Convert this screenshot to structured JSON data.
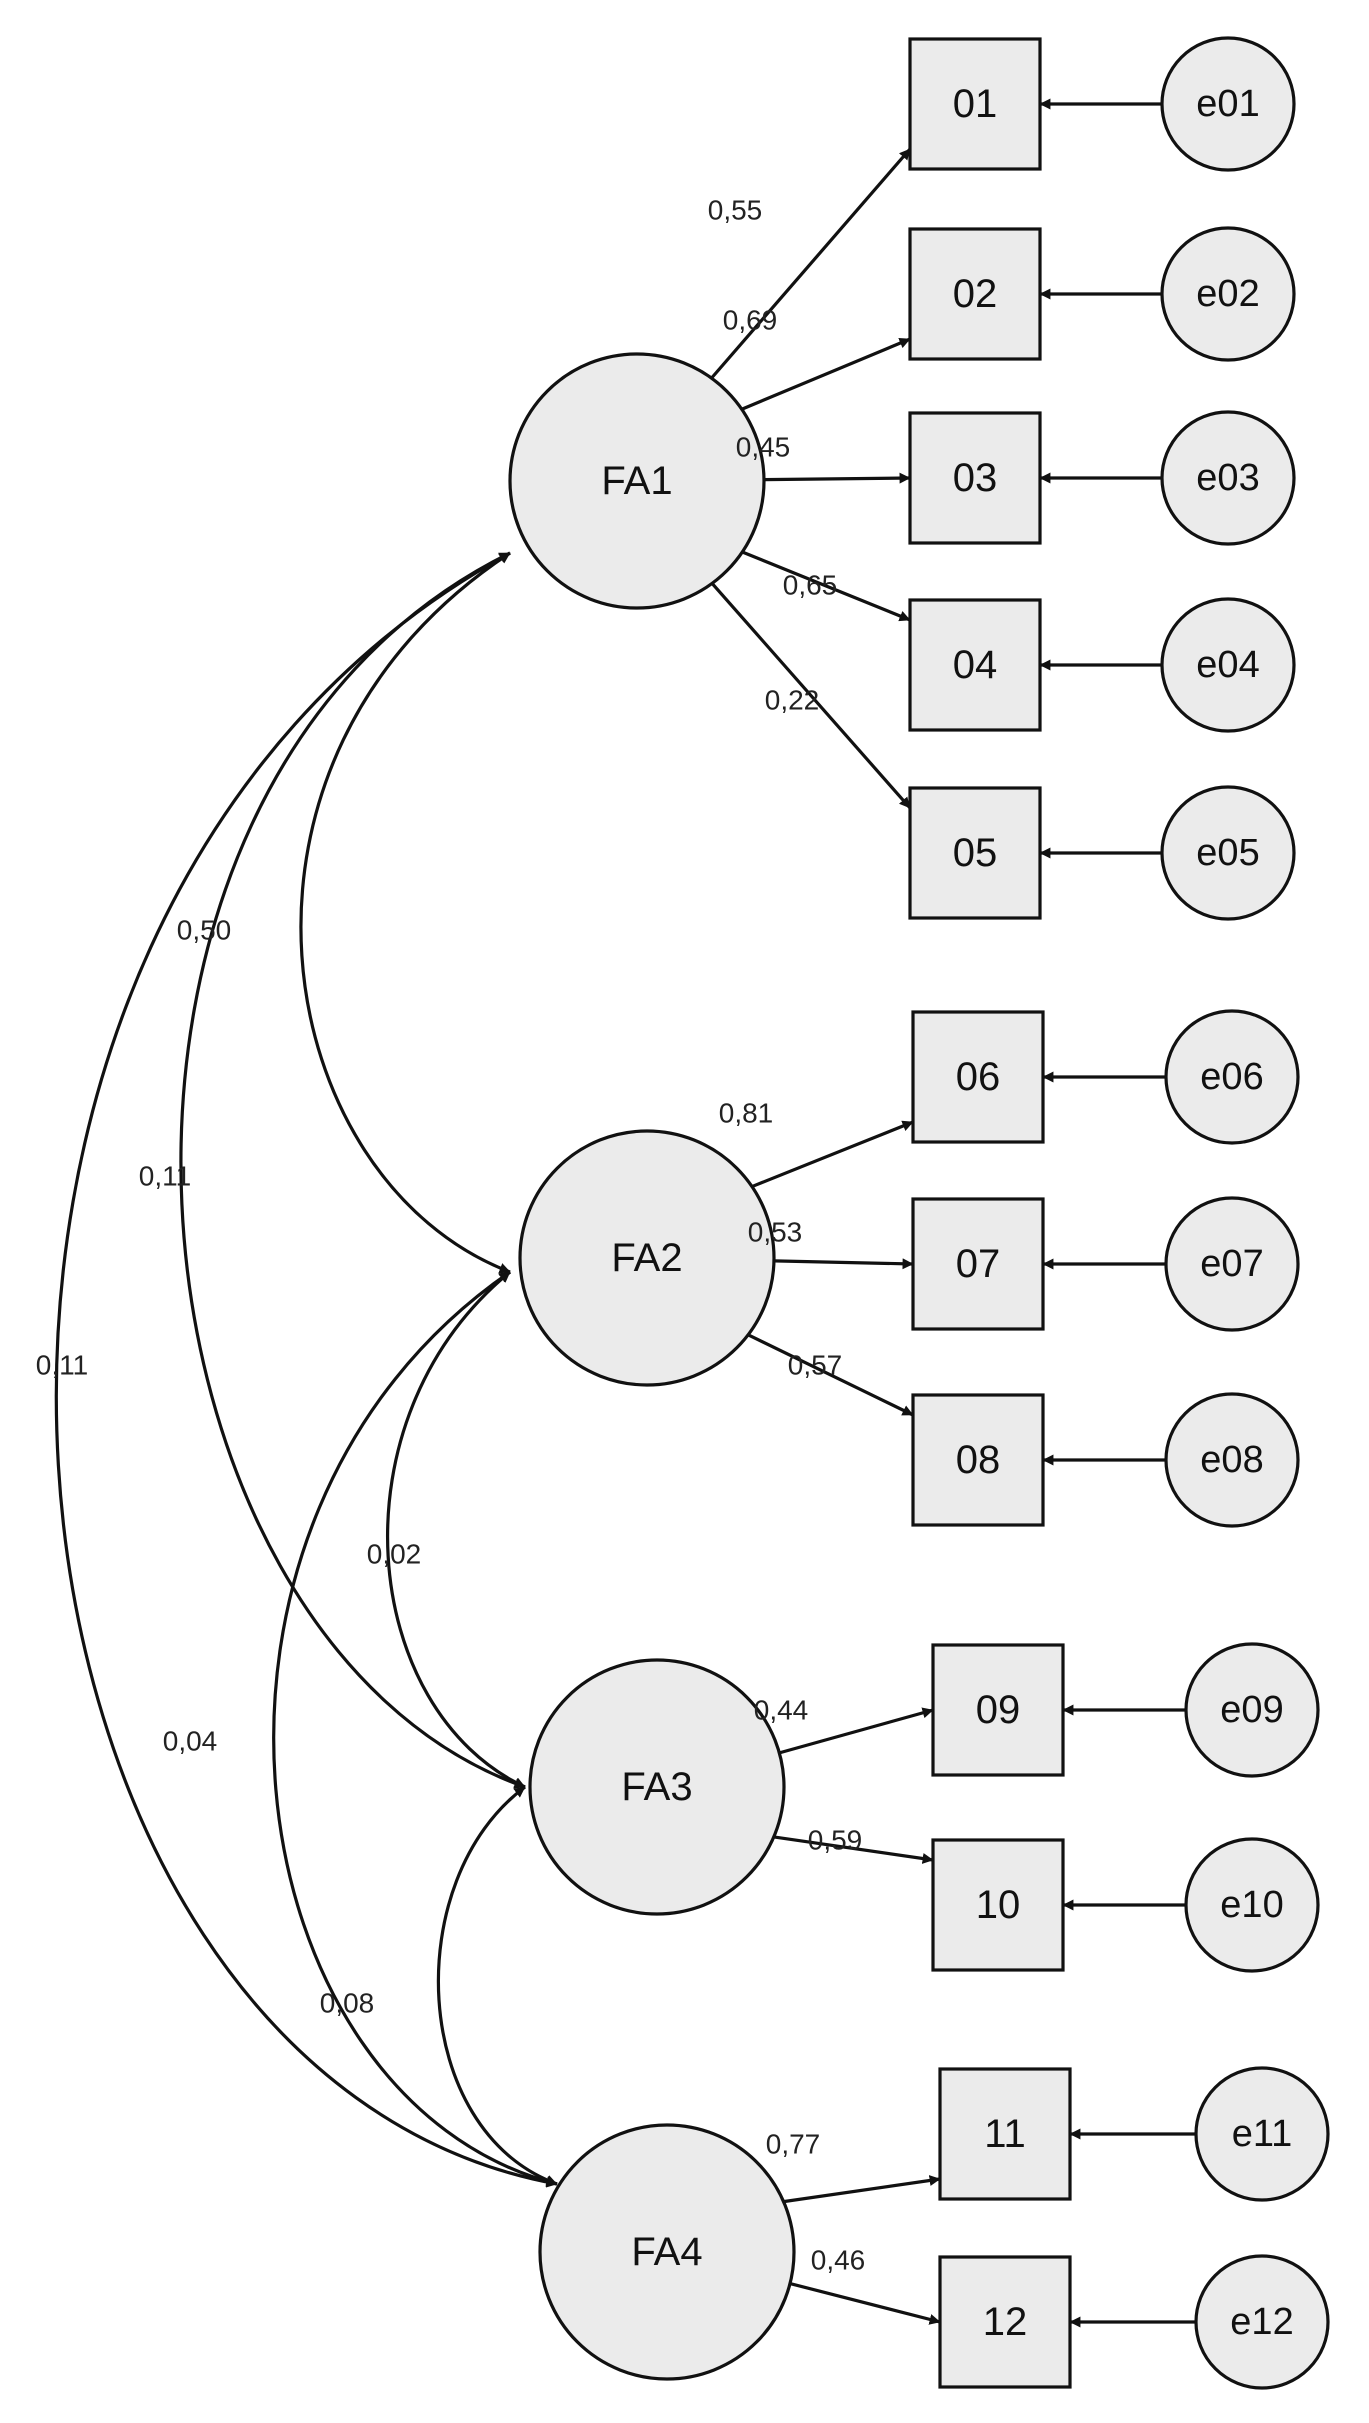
{
  "diagram": {
    "type": "structural-equation-model",
    "colors": {
      "node_fill": "#ebebeb",
      "stroke": "#111111",
      "background": "#ffffff"
    },
    "factors": [
      {
        "id": "FA1",
        "label": "FA1"
      },
      {
        "id": "FA2",
        "label": "FA2"
      },
      {
        "id": "FA3",
        "label": "FA3"
      },
      {
        "id": "FA4",
        "label": "FA4"
      }
    ],
    "items": [
      {
        "id": "01",
        "label": "01",
        "error": "e01",
        "factor": "FA1",
        "loading": "0,55"
      },
      {
        "id": "02",
        "label": "02",
        "error": "e02",
        "factor": "FA1",
        "loading": "0,69"
      },
      {
        "id": "03",
        "label": "03",
        "error": "e03",
        "factor": "FA1",
        "loading": "0,45"
      },
      {
        "id": "04",
        "label": "04",
        "error": "e04",
        "factor": "FA1",
        "loading": "0,65"
      },
      {
        "id": "05",
        "label": "05",
        "error": "e05",
        "factor": "FA1",
        "loading": "0,22"
      },
      {
        "id": "06",
        "label": "06",
        "error": "e06",
        "factor": "FA2",
        "loading": "0,81"
      },
      {
        "id": "07",
        "label": "07",
        "error": "e07",
        "factor": "FA2",
        "loading": "0,53"
      },
      {
        "id": "08",
        "label": "08",
        "error": "e08",
        "factor": "FA2",
        "loading": "0,57"
      },
      {
        "id": "09",
        "label": "09",
        "error": "e09",
        "factor": "FA3",
        "loading": "0,44"
      },
      {
        "id": "10",
        "label": "10",
        "error": "e10",
        "factor": "FA3",
        "loading": "0,59"
      },
      {
        "id": "11",
        "label": "11",
        "error": "e11",
        "factor": "FA4",
        "loading": "0,77"
      },
      {
        "id": "12",
        "label": "12",
        "error": "e12",
        "factor": "FA4",
        "loading": "0,46"
      }
    ],
    "correlations": [
      {
        "from": "FA1",
        "to": "FA2",
        "value": "0,50"
      },
      {
        "from": "FA1",
        "to": "FA3",
        "value": "0,11"
      },
      {
        "from": "FA1",
        "to": "FA4",
        "value": "0,11"
      },
      {
        "from": "FA2",
        "to": "FA3",
        "value": "0,02"
      },
      {
        "from": "FA2",
        "to": "FA4",
        "value": "0,04"
      },
      {
        "from": "FA3",
        "to": "FA4",
        "value": "0,08"
      }
    ]
  }
}
